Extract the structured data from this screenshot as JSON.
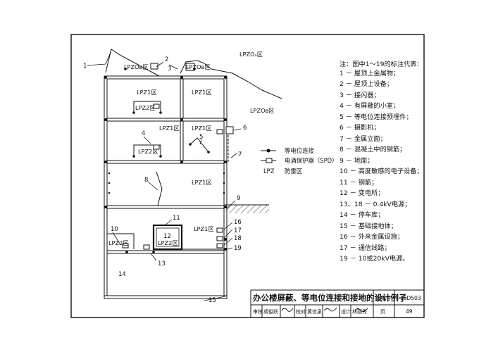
{
  "zones": {
    "lpz0a": "LPZOₐ区",
    "lpz0b_top_left": "LPZOʙ区",
    "lpz0b_top_right": "LPZOʙ区",
    "lpz0b_right": "LPZOʙ区",
    "lpz1_a": "LPZ1区",
    "lpz1_b": "LPZ1区",
    "lpz1_c": "LPZ1区",
    "lpz1_d": "LPZ1区",
    "lpz1_e": "LPZ1区",
    "lpz1_f": "LPZ1区",
    "lpz2_a": "LPZ2区",
    "lpz2_b": "LPZ2区",
    "lpz2_c": "LPZ2区",
    "lpz2_d": "LPZ2区"
  },
  "callouts": [
    "1",
    "2",
    "3",
    "4",
    "5",
    "6",
    "7",
    "8",
    "9",
    "10",
    "11",
    "12",
    "13",
    "14",
    "15",
    "16",
    "17",
    "18",
    "19"
  ],
  "legend": {
    "bond": "等电位连接",
    "spd": "电涌保护器（SPD）",
    "lpz_symbol": "LPZ",
    "lpz_text": "防雷区"
  },
  "notes": {
    "title": "注：图中1～19的标注代表：",
    "items": [
      "1  －  屋顶上金属物；",
      "2  －  屋顶上设备；",
      "3  －  接闪器；",
      "4  －  有屏蔽的小室；",
      "5  －  等电位连接预埋件；",
      "6  －  摄影机；",
      "7  －  金属立面；",
      "8  －  混凝土中的钢筋；",
      "9  －  地面；",
      "10  －  高度敏感的电子设备；",
      "11  －  钢筋；",
      "12  －  变电所；",
      "13、18  －  0.4kV电源；",
      "14  －  停车库；",
      "15  －  基础接地体；",
      "16  －  外来金属设施；",
      "17  －  通信线路；",
      "19  －  10或20kV电源。"
    ]
  },
  "title_block": {
    "title": "办公楼屏蔽、等电位连接和接地的设计例子",
    "atlas_label": "图集号",
    "atlas_value": "15D503",
    "review_label": "审核",
    "review_name": "胡俊跃",
    "check_label": "校对",
    "check_name": "黄信泉",
    "design_label": "设计",
    "design_name": "林丽秀",
    "page_label": "页",
    "page_value": "49"
  }
}
